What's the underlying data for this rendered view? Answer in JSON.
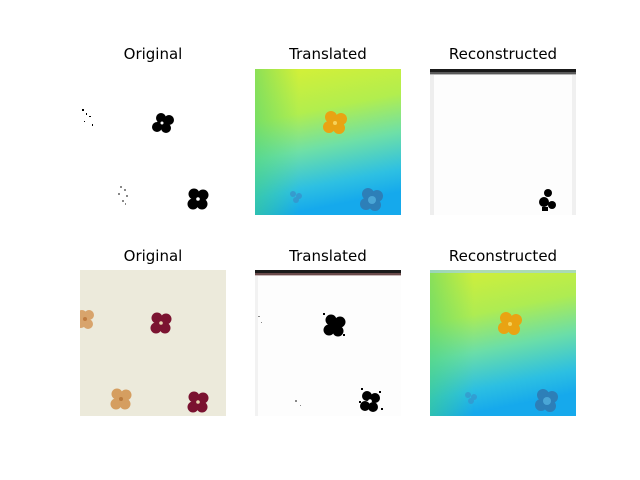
{
  "figure": {
    "rows": [
      {
        "panels": [
          {
            "title": "Original",
            "kind": "binary"
          },
          {
            "title": "Translated",
            "kind": "gradient"
          },
          {
            "title": "Reconstructed",
            "kind": "white-bar"
          }
        ]
      },
      {
        "panels": [
          {
            "title": "Original",
            "kind": "fabric"
          },
          {
            "title": "Translated",
            "kind": "white-bar-binary"
          },
          {
            "title": "Reconstructed",
            "kind": "gradient"
          }
        ]
      }
    ]
  },
  "colors": {
    "gradient_top": "#d6f03a",
    "gradient_mid": "#8fe87a",
    "gradient_bottom": "#1ab2e8",
    "fabric": "#e8e5d6",
    "flower_red": "#7a1230",
    "flower_tan": "#d6a26a",
    "flower_gold": "#e8a010",
    "flower_blue": "#2b86c4",
    "ink": "#000000"
  }
}
